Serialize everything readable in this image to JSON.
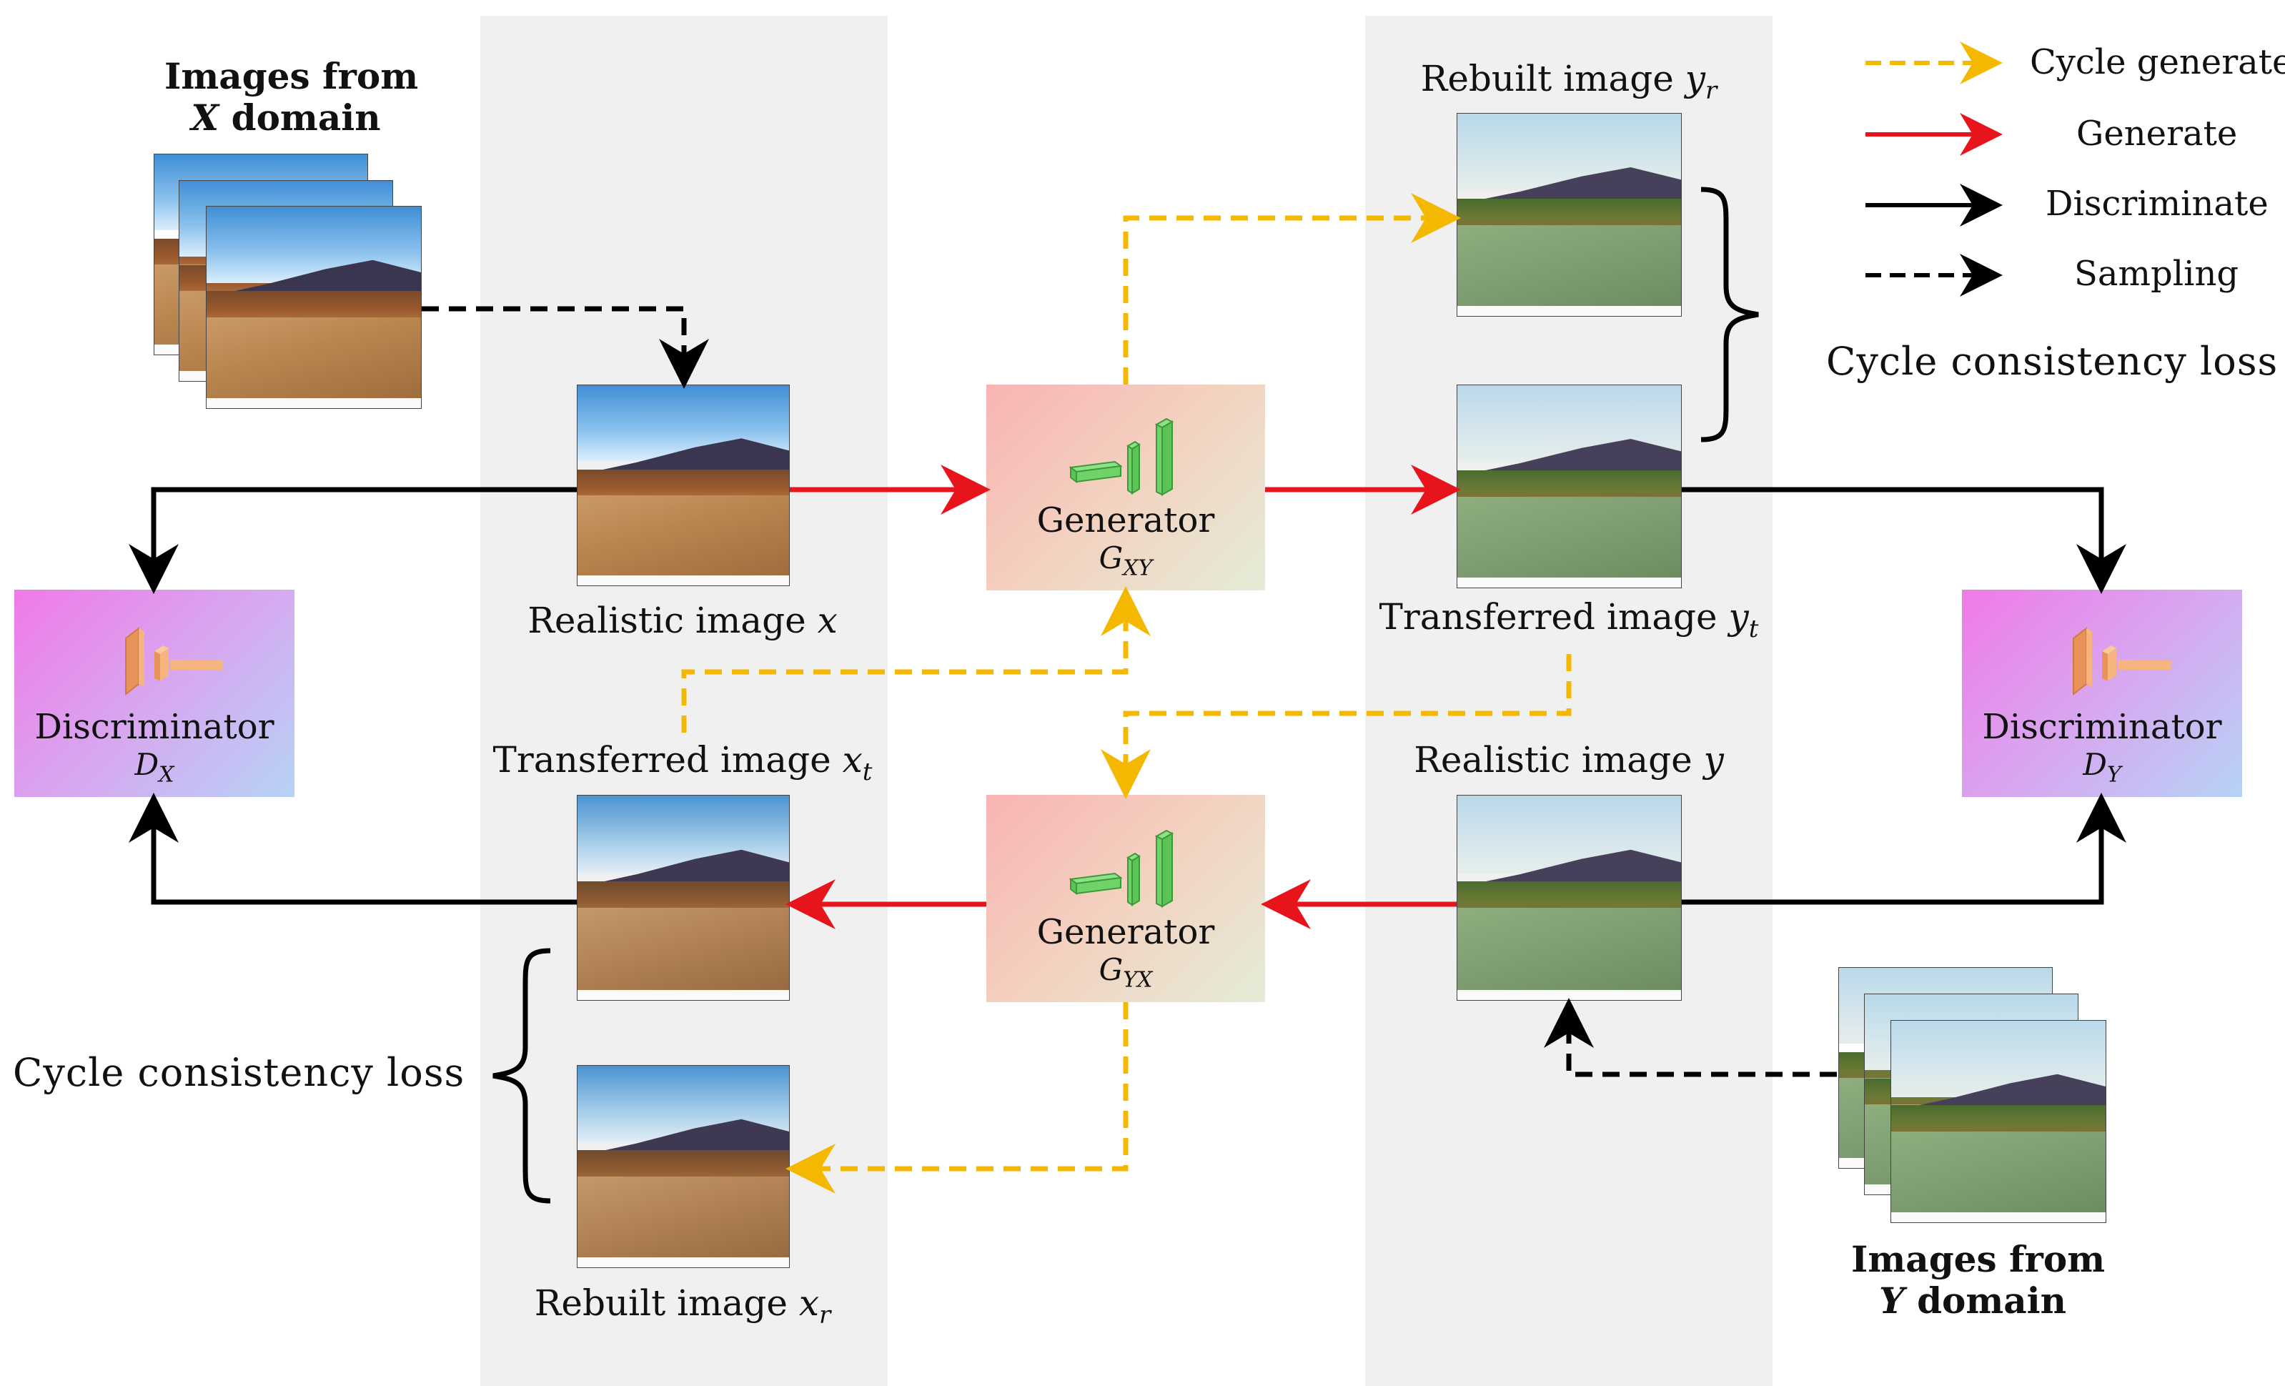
{
  "legend": {
    "cycle_generate": "Cycle generate",
    "generate": "Generate",
    "discriminate": "Discriminate",
    "sampling": "Sampling",
    "colors": {
      "cycle_generate": "#f5b800",
      "generate": "#e8141c",
      "discriminate": "#000000",
      "sampling": "#000000"
    }
  },
  "source_x": {
    "line1": "Images from",
    "domain_letter": "X",
    "line2_rest": " domain"
  },
  "source_y": {
    "line1": "Images from",
    "domain_letter": "Y",
    "line2_rest": " domain"
  },
  "images": {
    "realistic_x": {
      "text": "Realistic image ",
      "var": "x",
      "sub": ""
    },
    "transferred_xt": {
      "text": "Transferred image ",
      "var": "x",
      "sub": "t"
    },
    "rebuilt_xr": {
      "text": "Rebuilt image ",
      "var": "x",
      "sub": "r"
    },
    "rebuilt_yr": {
      "text": "Rebuilt image ",
      "var": "y",
      "sub": "r"
    },
    "transferred_yt": {
      "text": "Transferred image ",
      "var": "y",
      "sub": "t"
    },
    "realistic_y": {
      "text": "Realistic image ",
      "var": "y",
      "sub": ""
    }
  },
  "generators": {
    "gxy": {
      "title": "Generator",
      "symbol": "G",
      "sub": "XY"
    },
    "gyx": {
      "title": "Generator",
      "symbol": "G",
      "sub": "YX"
    }
  },
  "discriminators": {
    "dx": {
      "title": "Discriminator",
      "symbol": "D",
      "sub": "X"
    },
    "dy": {
      "title": "Discriminator",
      "symbol": "D",
      "sub": "Y"
    }
  },
  "losses": {
    "left": "Cycle consistency loss",
    "right": "Cycle consistency loss"
  }
}
